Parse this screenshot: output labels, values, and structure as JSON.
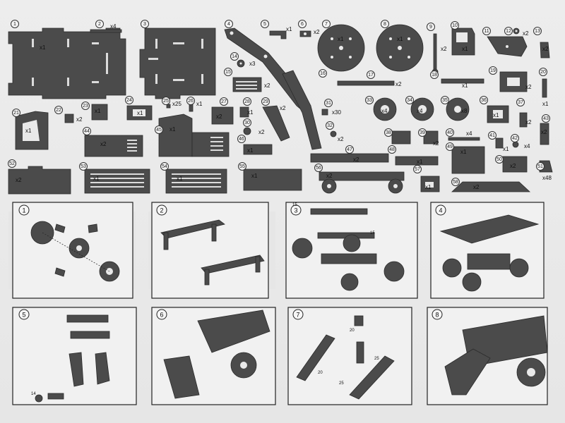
{
  "parts": [
    {
      "n": "1",
      "q": "x1"
    },
    {
      "n": "2",
      "q": "x4"
    },
    {
      "n": "3",
      "q": ""
    },
    {
      "n": "4",
      "q": ""
    },
    {
      "n": "5",
      "q": "x1"
    },
    {
      "n": "6",
      "q": "x2"
    },
    {
      "n": "7",
      "q": "x1"
    },
    {
      "n": "8",
      "q": "x1"
    },
    {
      "n": "9",
      "q": "x2"
    },
    {
      "n": "10",
      "q": "x1"
    },
    {
      "n": "11",
      "q": ""
    },
    {
      "n": "12",
      "q": "x2"
    },
    {
      "n": "13",
      "q": "x2"
    },
    {
      "n": "14",
      "q": "x3"
    },
    {
      "n": "15",
      "q": "x2"
    },
    {
      "n": "16",
      "q": ""
    },
    {
      "n": "17",
      "q": "x2"
    },
    {
      "n": "18",
      "q": "x1"
    },
    {
      "n": "19",
      "q": "x2"
    },
    {
      "n": "20",
      "q": "x1"
    },
    {
      "n": "21",
      "q": "x1"
    },
    {
      "n": "22",
      "q": "x2"
    },
    {
      "n": "23",
      "q": "x1"
    },
    {
      "n": "24",
      "q": "x1"
    },
    {
      "n": "25",
      "q": "x25"
    },
    {
      "n": "26",
      "q": "x1"
    },
    {
      "n": "27",
      "q": "x2"
    },
    {
      "n": "28",
      "q": "x1"
    },
    {
      "n": "29",
      "q": "x2"
    },
    {
      "n": "30",
      "q": "x2"
    },
    {
      "n": "31",
      "q": "x30"
    },
    {
      "n": "32",
      "q": "x2"
    },
    {
      "n": "33",
      "q": "x4"
    },
    {
      "n": "34",
      "q": "x4"
    },
    {
      "n": "35",
      "q": "x8"
    },
    {
      "n": "36",
      "q": "x1"
    },
    {
      "n": "37",
      "q": "x2"
    },
    {
      "n": "38",
      "q": ""
    },
    {
      "n": "39",
      "q": "x2"
    },
    {
      "n": "40",
      "q": "x4"
    },
    {
      "n": "41",
      "q": "x1"
    },
    {
      "n": "42",
      "q": "x4"
    },
    {
      "n": "43",
      "q": "x2"
    },
    {
      "n": "44",
      "q": "x2"
    },
    {
      "n": "45",
      "q": "x1"
    },
    {
      "n": "46",
      "q": "x1"
    },
    {
      "n": "47",
      "q": "x2"
    },
    {
      "n": "48",
      "q": "x1"
    },
    {
      "n": "49",
      "q": "x1"
    },
    {
      "n": "50",
      "q": "x2"
    },
    {
      "n": "51",
      "q": "x48"
    },
    {
      "n": "52",
      "q": "x2"
    },
    {
      "n": "53",
      "q": "x1"
    },
    {
      "n": "54",
      "q": "x1"
    },
    {
      "n": "55",
      "q": "x1"
    },
    {
      "n": "56",
      "q": "x2"
    },
    {
      "n": "57",
      "q": "x1"
    },
    {
      "n": "58",
      "q": "x2"
    }
  ],
  "steps": [
    {
      "n": "1"
    },
    {
      "n": "2"
    },
    {
      "n": "3",
      "labels": [
        "15",
        "15"
      ]
    },
    {
      "n": "4"
    },
    {
      "n": "5",
      "labels": [
        "14"
      ]
    },
    {
      "n": "6"
    },
    {
      "n": "7",
      "labels": [
        "20",
        "20",
        "25",
        "25"
      ]
    },
    {
      "n": "8"
    }
  ],
  "colors": {
    "part": "#4b4b4b",
    "paper": "#ececec",
    "frame": "#222222"
  }
}
